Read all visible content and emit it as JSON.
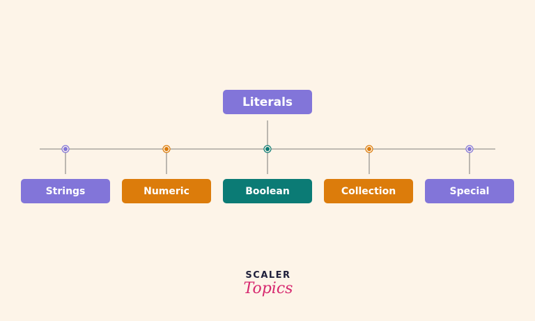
{
  "diagram": {
    "root": {
      "label": "Literals",
      "color": "#8275d9"
    },
    "children": [
      {
        "label": "Strings",
        "color": "#8275d9",
        "dot": "#8275d9"
      },
      {
        "label": "Numeric",
        "color": "#dc7c0b",
        "dot": "#dc7c0b"
      },
      {
        "label": "Boolean",
        "color": "#0b7b75",
        "dot": "#0b7b75"
      },
      {
        "label": "Collection",
        "color": "#dc7c0b",
        "dot": "#dc7c0b"
      },
      {
        "label": "Special",
        "color": "#8275d9",
        "dot": "#8275d9"
      }
    ],
    "line_color": "#9a9691"
  },
  "logo": {
    "top": "SCALER",
    "bottom": "Topics",
    "top_color": "#1f1f3a",
    "bottom_color": "#d6276e"
  }
}
